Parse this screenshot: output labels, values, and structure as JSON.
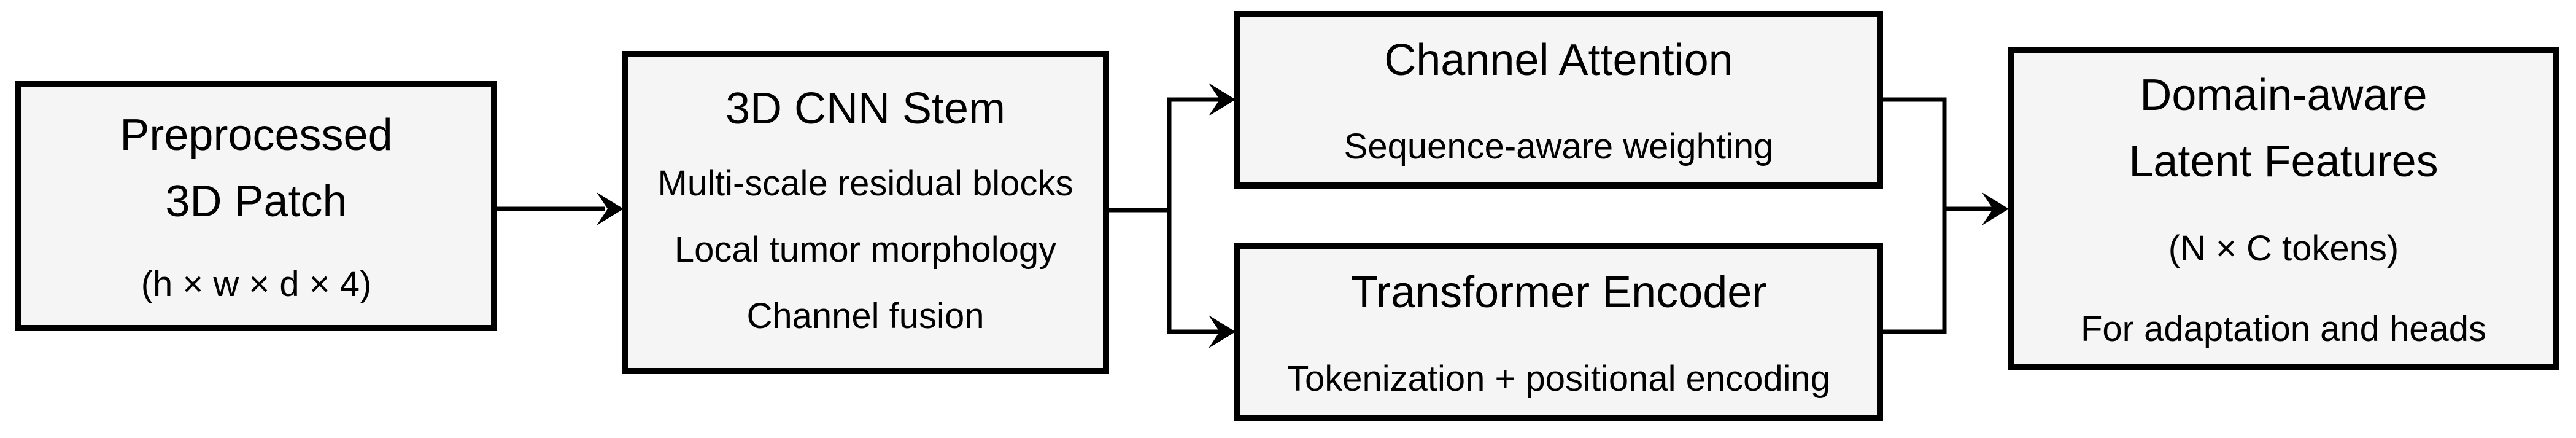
{
  "diagram": {
    "background_color": "#ffffff",
    "box_fill_color": "#f5f5f5",
    "line_color": "#000000",
    "boxes": [
      {
        "id": "preprocessed-3d-patch",
        "title_lines": [
          "Preprocessed",
          "3D Patch"
        ],
        "sub_lines": [
          "(h × w × d × 4)"
        ]
      },
      {
        "id": "3d-cnn-stem",
        "title_lines": [
          "3D CNN Stem"
        ],
        "sub_lines": [
          "Multi-scale residual blocks",
          "Local tumor morphology",
          "Channel fusion"
        ]
      },
      {
        "id": "channel-attention",
        "title_lines": [
          "Channel Attention"
        ],
        "sub_lines": [
          "Sequence-aware weighting"
        ]
      },
      {
        "id": "transformer-encoder",
        "title_lines": [
          "Transformer Encoder"
        ],
        "sub_lines": [
          "Tokenization + positional encoding"
        ]
      },
      {
        "id": "domain-aware-latent-features",
        "title_lines": [
          "Domain-aware",
          "Latent Features"
        ],
        "sub_lines": [
          "(N × C tokens)",
          "For adaptation and heads"
        ]
      }
    ],
    "connections": [
      {
        "from": "preprocessed-3d-patch",
        "to": "3d-cnn-stem"
      },
      {
        "from": "3d-cnn-stem",
        "to": "channel-attention"
      },
      {
        "from": "3d-cnn-stem",
        "to": "transformer-encoder"
      },
      {
        "from": "channel-attention",
        "to": "domain-aware-latent-features"
      },
      {
        "from": "transformer-encoder",
        "to": "domain-aware-latent-features"
      }
    ]
  }
}
